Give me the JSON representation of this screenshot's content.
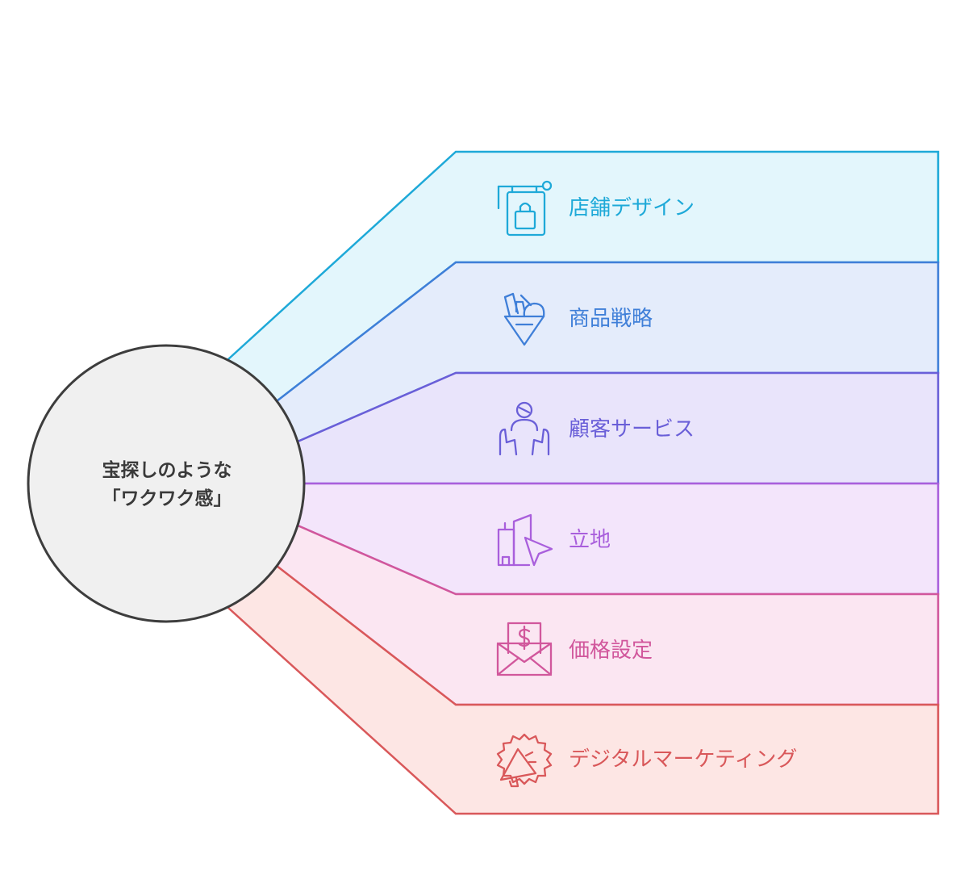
{
  "center": {
    "line1": "宝探しのような",
    "line2": "「ワクワク感」"
  },
  "items": [
    {
      "label": "店舗デザイン",
      "icon": "shop-sign-bag-icon",
      "color": "#1ea9d8",
      "fill": "#e3f6fc"
    },
    {
      "label": "商品戦略",
      "icon": "product-cone-icon",
      "color": "#3f7fd8",
      "fill": "#e4ecfb"
    },
    {
      "label": "顧客サービス",
      "icon": "person-hands-icon",
      "color": "#6a5fd8",
      "fill": "#e9e4fb"
    },
    {
      "label": "立地",
      "icon": "buildings-cursor-icon",
      "color": "#a95fdc",
      "fill": "#f3e5fb"
    },
    {
      "label": "価格設定",
      "icon": "envelope-dollar-icon",
      "color": "#d1579c",
      "fill": "#fbe6f2"
    },
    {
      "label": "デジタルマーケティング",
      "icon": "megaphone-badge-icon",
      "color": "#d9585a",
      "fill": "#fde6e4"
    }
  ]
}
